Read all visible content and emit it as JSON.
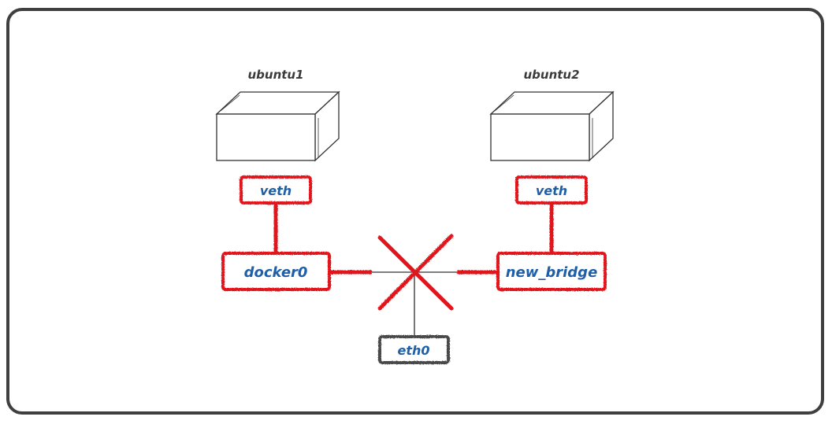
{
  "colors": {
    "frame": "#3f3f3f",
    "red": "#e0141c",
    "blue_text": "#1f5fa8",
    "gray_box": "#4a4a4a",
    "line": "#555555"
  },
  "hosts": [
    {
      "label": "ubuntu1"
    },
    {
      "label": "ubuntu2"
    }
  ],
  "interfaces": {
    "veth_left": "veth",
    "veth_right": "veth",
    "docker0": "docker0",
    "new_bridge": "new_bridge",
    "eth0": "eth0"
  },
  "connection_blocked": true
}
